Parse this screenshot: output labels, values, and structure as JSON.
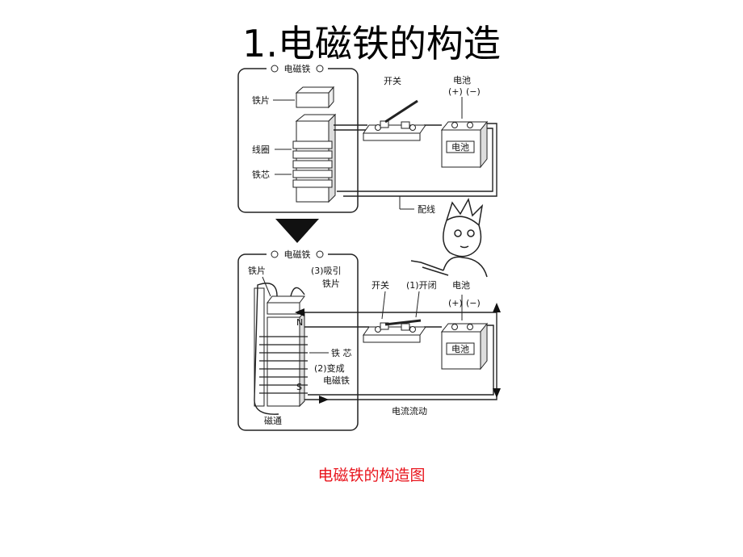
{
  "title": "1.电磁铁的构造",
  "caption": "电磁铁的构造图",
  "caption_color": "#e8141c",
  "top_panel": {
    "frame_label": "电磁铁",
    "armature_label": "铁片",
    "coil_label": "线圈",
    "core_label": "铁芯",
    "switch_label": "开关",
    "battery_label": "电池",
    "battery_plus": "(+)",
    "battery_minus": "(−)",
    "battery_text": "电池",
    "wire_label": "配线"
  },
  "bottom_panel": {
    "frame_label": "电磁铁",
    "armature_label": "铁片",
    "attract_label_1": "(3)吸引",
    "attract_label_2": "铁片",
    "switch_label": "开关",
    "close_label": "(1)开闭",
    "battery_label": "电池",
    "battery_plus": "(+)",
    "battery_minus": "(−)",
    "battery_text": "电池",
    "north": "N",
    "south": "S",
    "core_label": "铁 芯",
    "become_label_1": "(2)变成",
    "become_label_2": "电磁铁",
    "flux_label": "磁通",
    "current_label": "电流流动"
  }
}
